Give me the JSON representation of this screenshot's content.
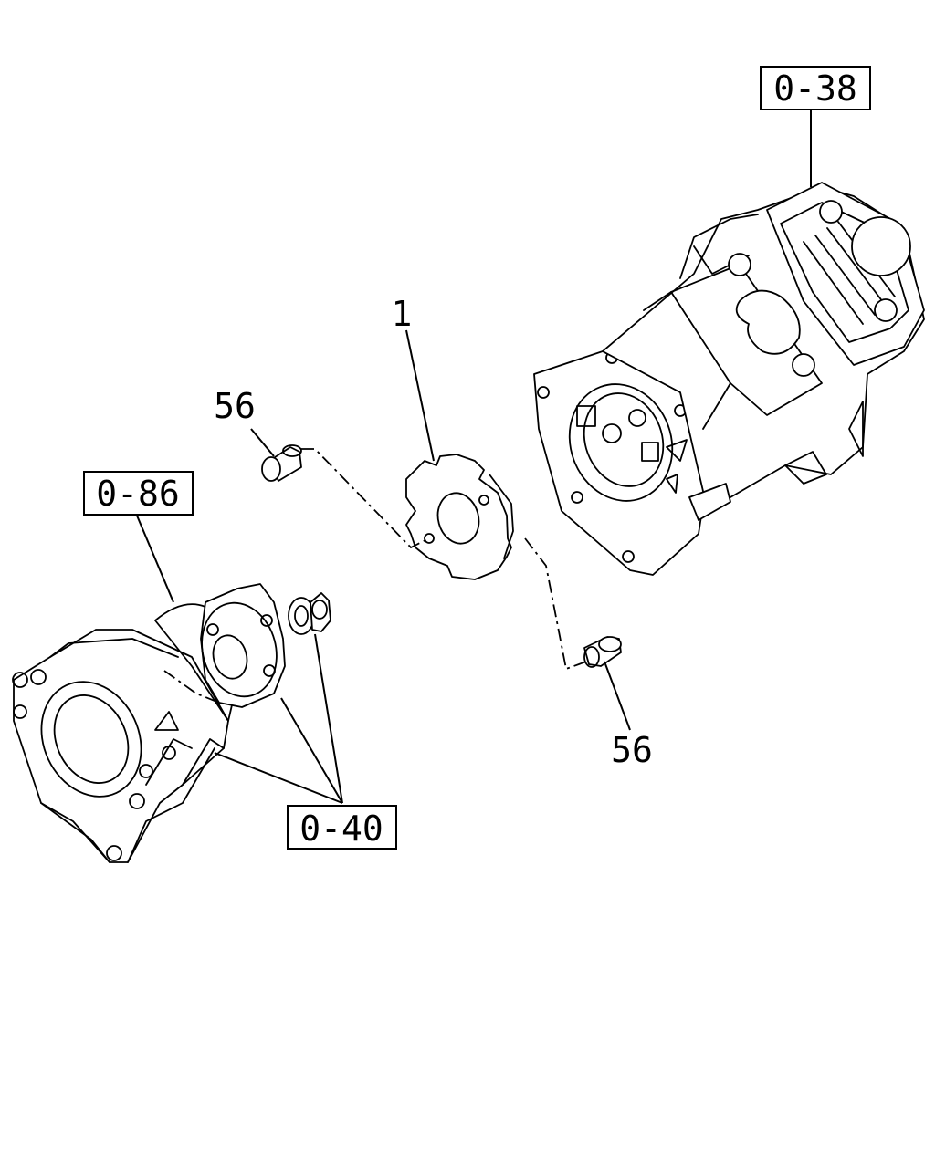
{
  "callouts": {
    "ref_pump": "0-38",
    "ref_housing": "0-86",
    "ref_bolts": "0-40",
    "part_coupling": "1",
    "part_pin_top": "56",
    "part_pin_bottom": "56"
  }
}
